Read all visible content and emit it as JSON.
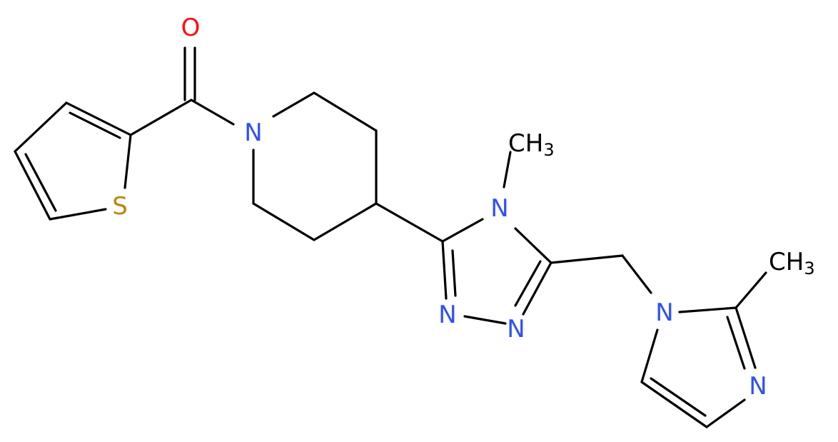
{
  "molecule": {
    "colors": {
      "carbon": "#000000",
      "nitrogen": "#3050F8",
      "oxygen": "#FF0D0D",
      "sulfur": "#B8860B"
    },
    "labels": {
      "carbonyl_oxygen": "O",
      "piperidine_nitrogen": "N",
      "thiophene_sulfur": "S",
      "triazole_n4": "N",
      "triazole_n1": "N",
      "triazole_n2": "N",
      "imidazole_n1": "N",
      "imidazole_n3": "N",
      "methyl_triazole": "CH",
      "methyl_triazole_sub": "3",
      "methyl_imidazole": "CH",
      "methyl_imidazole_sub": "3"
    }
  }
}
